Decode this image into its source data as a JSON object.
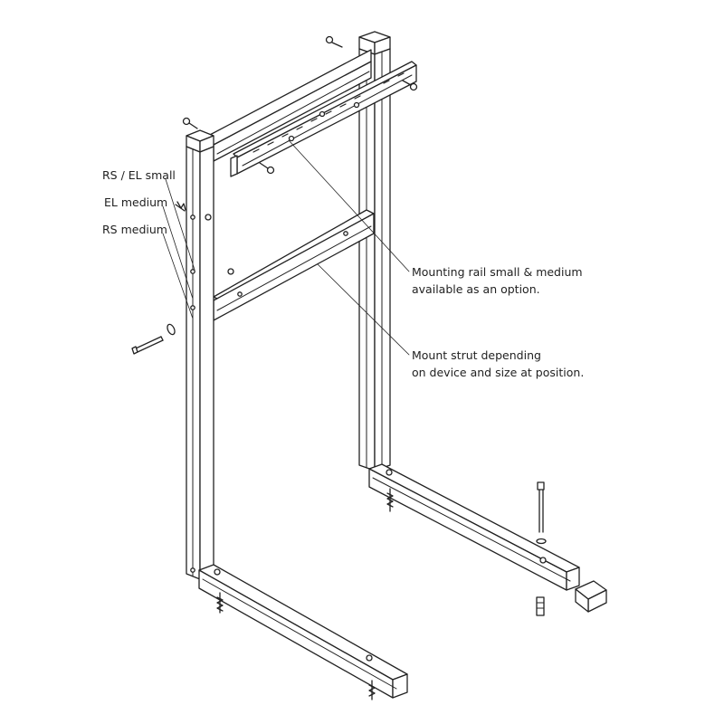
{
  "labels": {
    "rs_el_small": "RS / EL small",
    "el_medium": "EL medium",
    "rs_medium": "RS medium",
    "rail_line1": "Mounting rail small & medium",
    "rail_line2": "available as an option.",
    "strut_line1": "Mount strut depending",
    "strut_line2": "on device and size at position."
  },
  "colors": {
    "line": "#222222",
    "background": "#ffffff"
  }
}
